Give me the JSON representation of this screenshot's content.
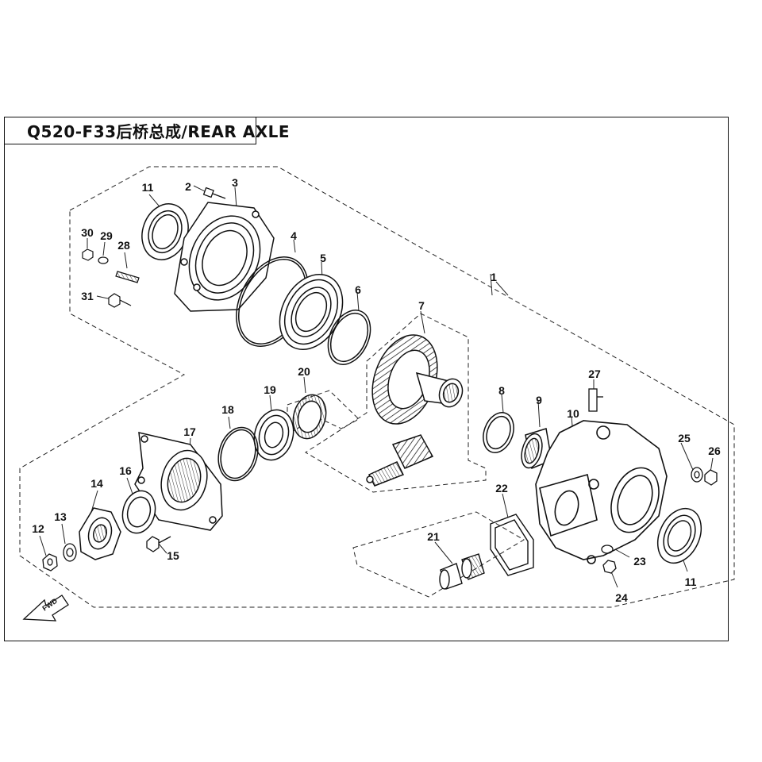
{
  "diagram": {
    "title": "Q520-F33后桥总成/REAR AXLE",
    "direction_label": "FWD",
    "callouts": [
      {
        "id": "c1",
        "label": "1"
      },
      {
        "id": "c2",
        "label": "2"
      },
      {
        "id": "c3",
        "label": "3"
      },
      {
        "id": "c4",
        "label": "4"
      },
      {
        "id": "c5",
        "label": "5"
      },
      {
        "id": "c6",
        "label": "6"
      },
      {
        "id": "c7",
        "label": "7"
      },
      {
        "id": "c8",
        "label": "8"
      },
      {
        "id": "c9",
        "label": "9"
      },
      {
        "id": "c10",
        "label": "10"
      },
      {
        "id": "c11a",
        "label": "11"
      },
      {
        "id": "c11b",
        "label": "11"
      },
      {
        "id": "c12",
        "label": "12"
      },
      {
        "id": "c13",
        "label": "13"
      },
      {
        "id": "c14",
        "label": "14"
      },
      {
        "id": "c15",
        "label": "15"
      },
      {
        "id": "c16",
        "label": "16"
      },
      {
        "id": "c17",
        "label": "17"
      },
      {
        "id": "c18",
        "label": "18"
      },
      {
        "id": "c19",
        "label": "19"
      },
      {
        "id": "c20",
        "label": "20"
      },
      {
        "id": "c21",
        "label": "21"
      },
      {
        "id": "c22",
        "label": "22"
      },
      {
        "id": "c23",
        "label": "23"
      },
      {
        "id": "c24",
        "label": "24"
      },
      {
        "id": "c25",
        "label": "25"
      },
      {
        "id": "c26",
        "label": "26"
      },
      {
        "id": "c27",
        "label": "27"
      },
      {
        "id": "c28",
        "label": "28"
      },
      {
        "id": "c29",
        "label": "29"
      },
      {
        "id": "c30",
        "label": "30"
      },
      {
        "id": "c31",
        "label": "31"
      }
    ]
  }
}
